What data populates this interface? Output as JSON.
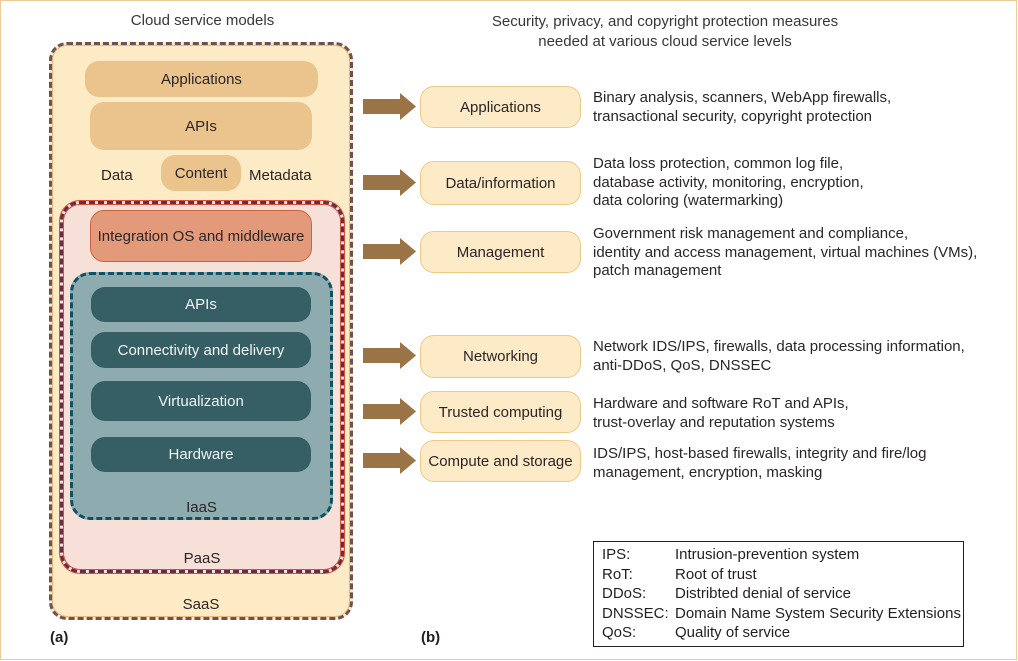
{
  "titles": {
    "left": "Cloud service models",
    "right_line1": "Security, privacy, and copyright protection measures",
    "right_line2": "needed at various cloud service levels"
  },
  "panel_labels": {
    "a": "(a)",
    "b": "(b)"
  },
  "service_models": {
    "saas": {
      "label": "SaaS",
      "layers": {
        "applications": "Applications",
        "apis": "APIs"
      },
      "data_row": {
        "left": "Data",
        "center": "Content",
        "right": "Metadata"
      }
    },
    "paas": {
      "label": "PaaS",
      "layers": {
        "integration": "Integration OS and middleware"
      }
    },
    "iaas": {
      "label": "IaaS",
      "layers": [
        "APIs",
        "Connectivity and delivery",
        "Virtualization",
        "Hardware"
      ]
    }
  },
  "measures": [
    {
      "level": "Applications",
      "lines": [
        "Binary analysis, scanners, WebApp firewalls,",
        "transactional security, copyright protection"
      ]
    },
    {
      "level": "Data/information",
      "lines": [
        "Data loss protection, common log file,",
        "database activity, monitoring, encryption,",
        "data coloring (watermarking)"
      ]
    },
    {
      "level": "Management",
      "lines": [
        "Government risk management and compliance,",
        "identity and access management, virtual machines (VMs),",
        "patch management"
      ]
    },
    {
      "level": "Networking",
      "lines": [
        "Network IDS/IPS, firewalls, data processing information,",
        "anti-DDoS, QoS, DNSSEC"
      ]
    },
    {
      "level": "Trusted computing",
      "lines": [
        "Hardware and software RoT and APIs,",
        "trust-overlay and reputation systems"
      ]
    },
    {
      "level": "Compute and storage",
      "lines": [
        "IDS/IPS, host-based firewalls, integrity and fire/log",
        "management, encryption, masking"
      ]
    }
  ],
  "legend": [
    {
      "abbr": "IPS:",
      "meaning": "Intrusion-prevention system"
    },
    {
      "abbr": "RoT:",
      "meaning": "Root of trust"
    },
    {
      "abbr": "DDoS:",
      "meaning": "Distribted denial of service"
    },
    {
      "abbr": "DNSSEC:",
      "meaning": "Domain Name System Security Extensions"
    },
    {
      "abbr": "QoS:",
      "meaning": "Quality of service"
    }
  ],
  "colors": {
    "saas_fill": "#fcebc4",
    "tan_box": "#ebc38c",
    "paas_fill": "#f6e0d7",
    "integration_fill": "#e29a7b",
    "iaas_fill": "#8eacb0",
    "teal_box": "#355f64",
    "arrow": "#9a7447",
    "label_box_fill": "#fdeac6"
  }
}
